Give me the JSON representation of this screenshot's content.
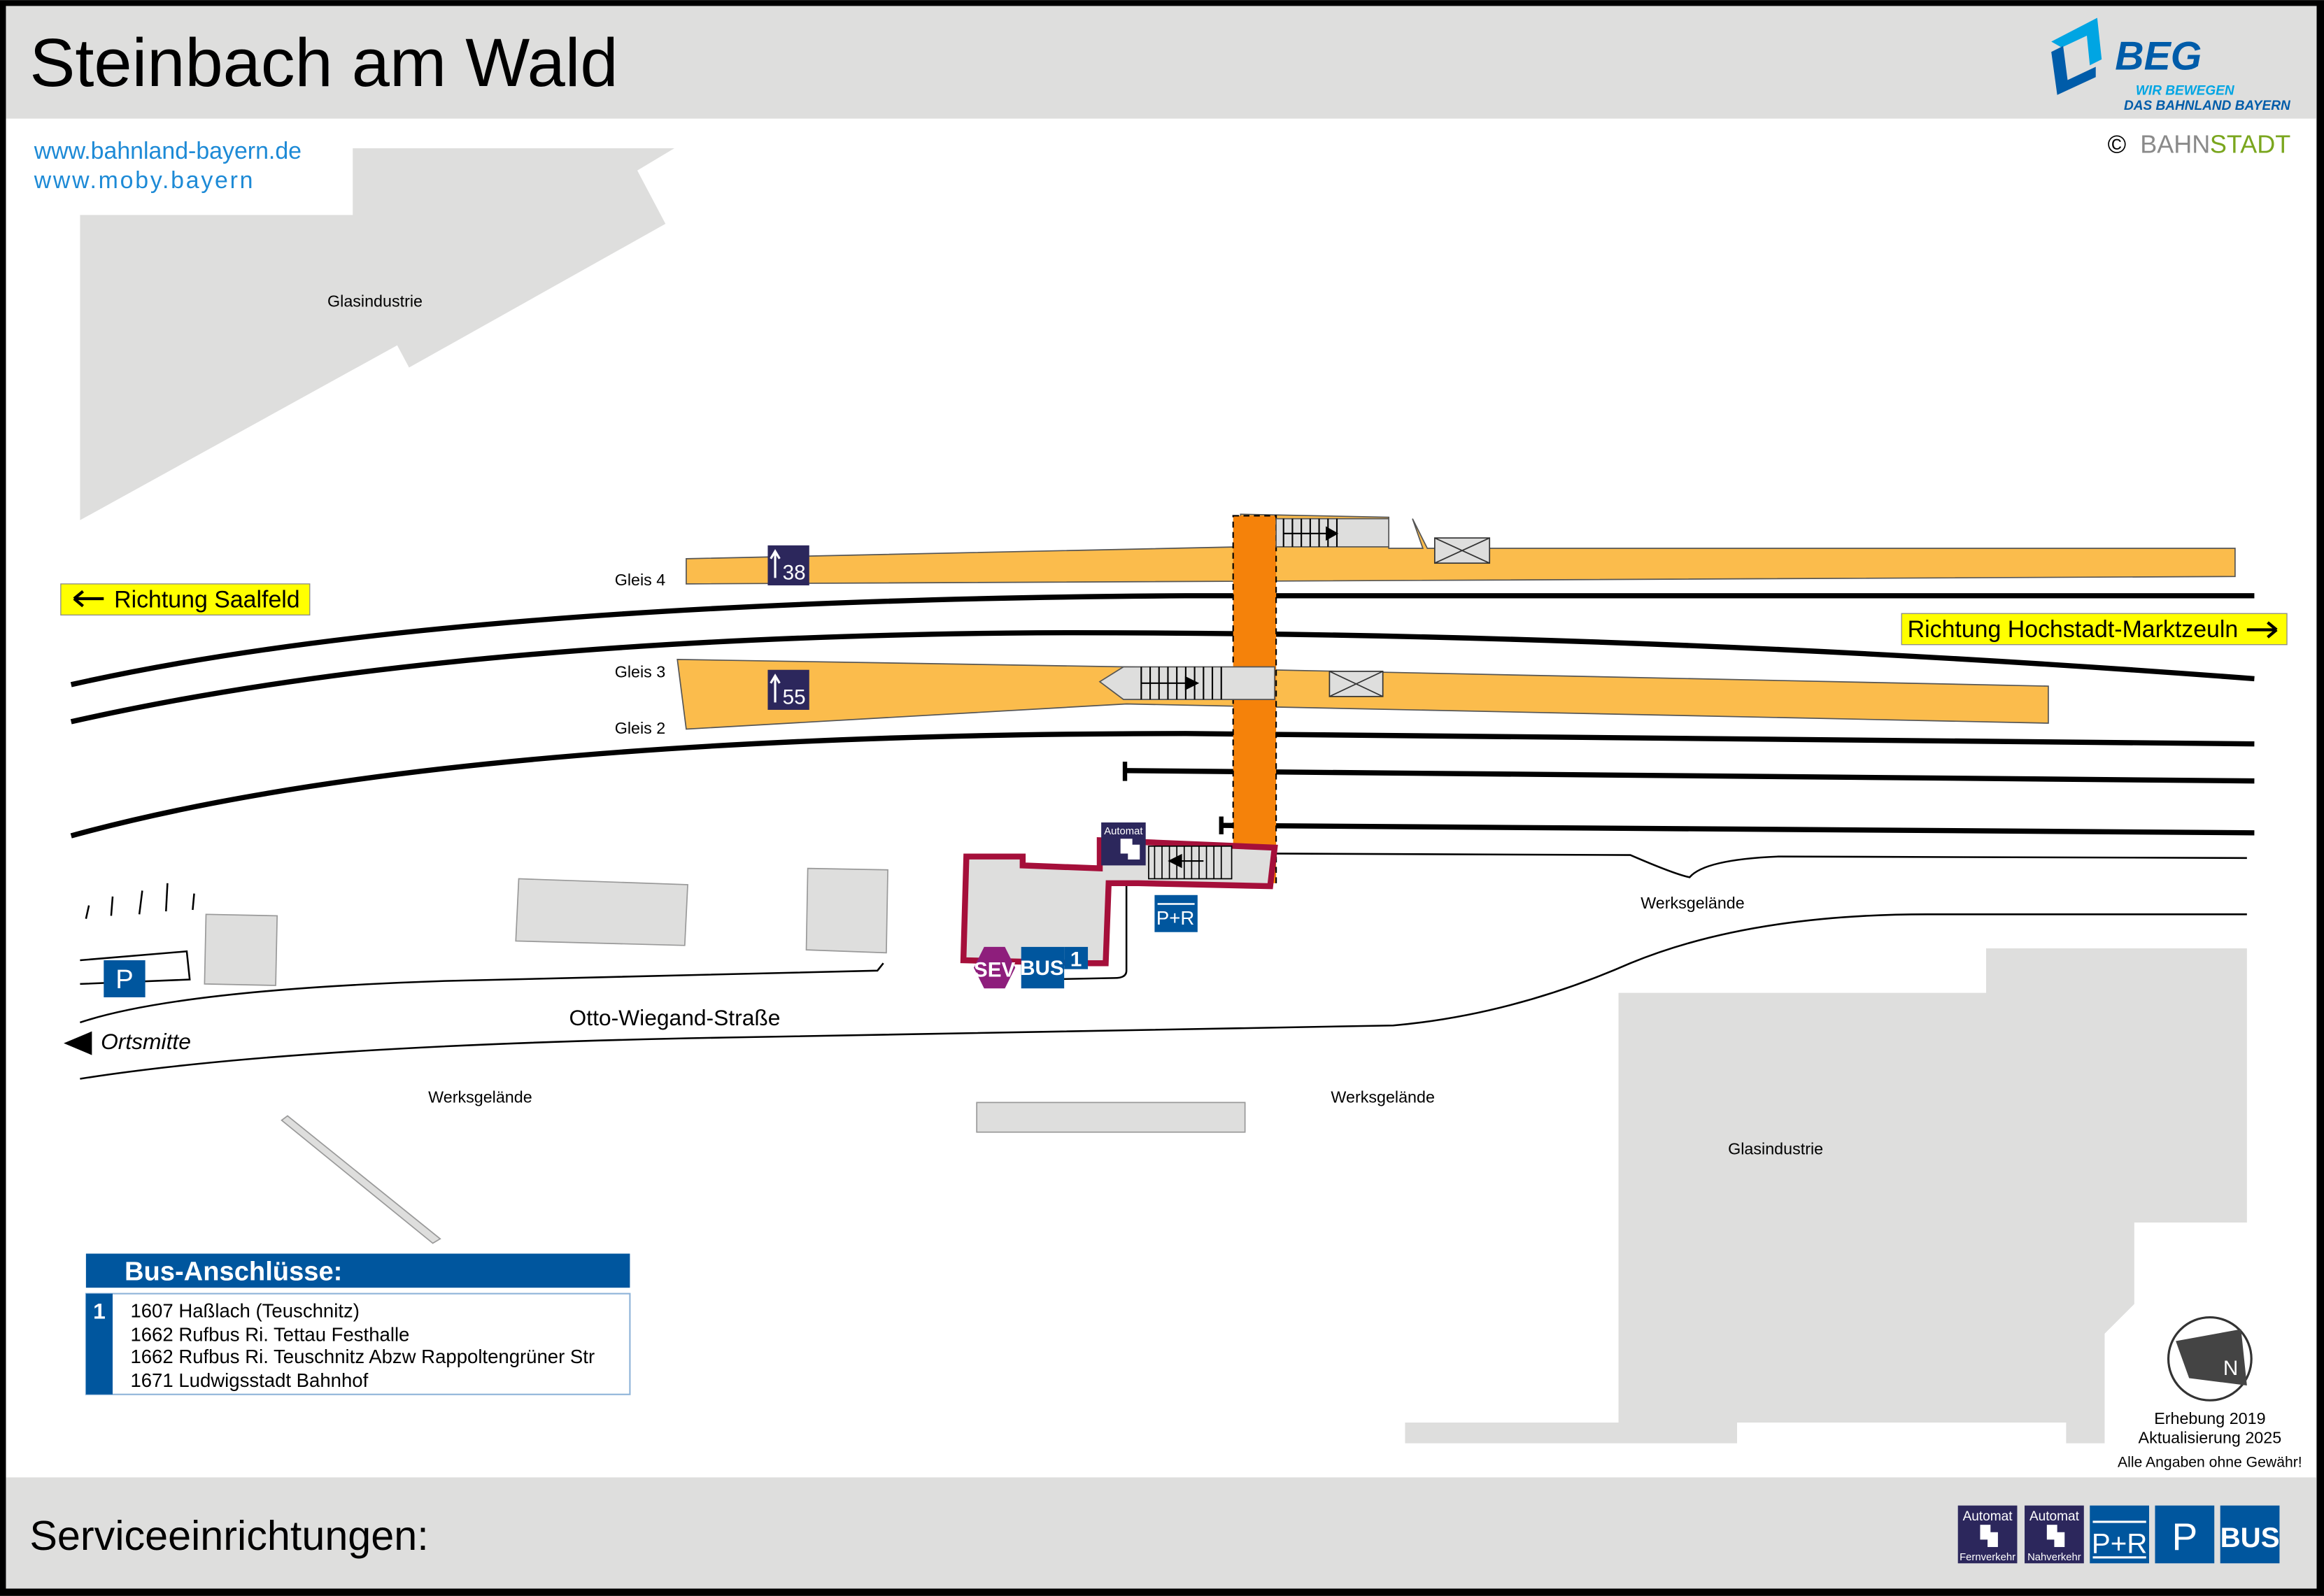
{
  "header": {
    "title": "Steinbach am Wald"
  },
  "links": [
    "www.bahnland-bayern.de",
    "www.moby.bayern"
  ],
  "logo": {
    "brand": "BEG",
    "tagline1": "WIR BEWEGEN",
    "tagline2": "DAS BAHNLAND BAYERN",
    "copyright_symbol": "©",
    "credit_a": "BAHN",
    "credit_b": "STADT"
  },
  "map": {
    "areas": {
      "glas_top": "Glasindustrie",
      "glas_bottom": "Glasindustrie",
      "werk1": "Werksgelände",
      "werk2": "Werksgelände",
      "werk3": "Werksgelände"
    },
    "tracks": {
      "gleis4": "Gleis 4",
      "gleis3": "Gleis 3",
      "gleis2": "Gleis 2"
    },
    "directions": {
      "left": "Richtung Saalfeld",
      "right": "Richtung Hochstadt-Marktzeuln",
      "ortsmitte": "Ortsmitte"
    },
    "street": "Otto-Wiegand-Straße",
    "platform_heights": {
      "gleis4": "38",
      "gleis3": "55"
    },
    "symbols": {
      "automat": "Automat",
      "pr": "P+R",
      "p": "P",
      "sev": "SEV",
      "bus": "BUS",
      "bus_stop": "1"
    }
  },
  "bus_box": {
    "title": "Bus-Anschlüsse:",
    "stop": "1",
    "lines": [
      "1607 Haßlach (Teuschnitz)",
      "1662 Rufbus Ri. Tettau Festhalle",
      "1662 Rufbus Ri. Teuschnitz Abzw Rappoltengrüner Str",
      "1671 Ludwigsstadt Bahnhof"
    ]
  },
  "footer_note": {
    "line1": "Erhebung 2019",
    "line2": "Aktualisierung 2025",
    "line3": "Alle Angaben ohne Gewähr!",
    "compass": "N"
  },
  "services": {
    "label": "Serviceeinrichtungen:",
    "items": [
      {
        "top": "Automat",
        "bottom": "Fernverkehr"
      },
      {
        "top": "Automat",
        "bottom": "Nahverkehr"
      },
      {
        "label": "P+R"
      },
      {
        "label": "P"
      },
      {
        "label": "BUS"
      }
    ]
  },
  "colors": {
    "platform": "#fbbc4c",
    "bridge": "#f5820a",
    "station_outline": "#a50f3a",
    "blue": "#00569e",
    "navy": "#2c275c",
    "sev": "#8e1e7c",
    "yellow": "#ffff00"
  }
}
